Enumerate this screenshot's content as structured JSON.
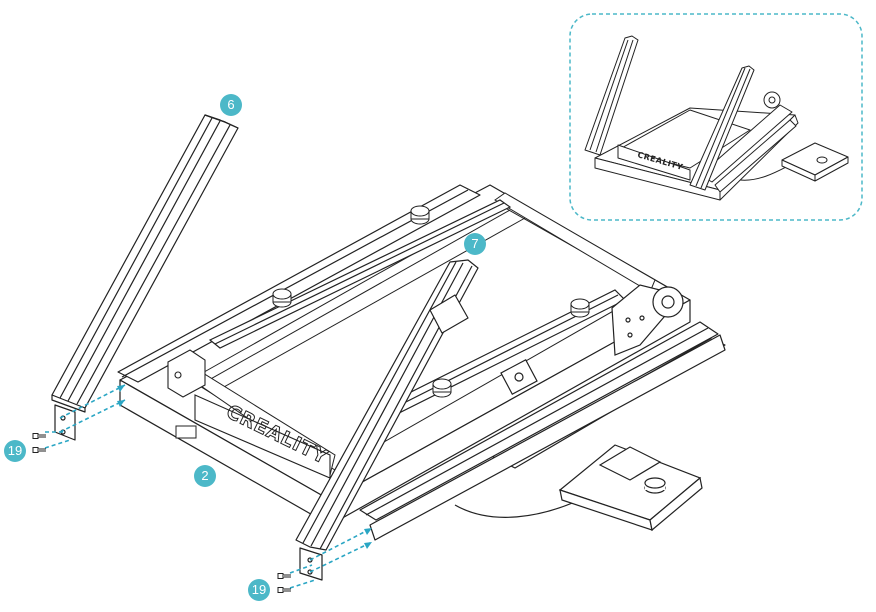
{
  "callouts": {
    "part_6": "6",
    "part_7": "7",
    "part_2": "2",
    "screw_left": "19",
    "screw_right": "19"
  },
  "brand": {
    "main_label": "CREALITY",
    "inset_label": "CREALITY"
  },
  "colors": {
    "callout_fill": "#4cb8c8",
    "dashed_guides": "#2aa6c4",
    "line_art": "#222222"
  },
  "icons": {
    "screw": "screw-icon",
    "inset": "assembled-view-inset"
  }
}
